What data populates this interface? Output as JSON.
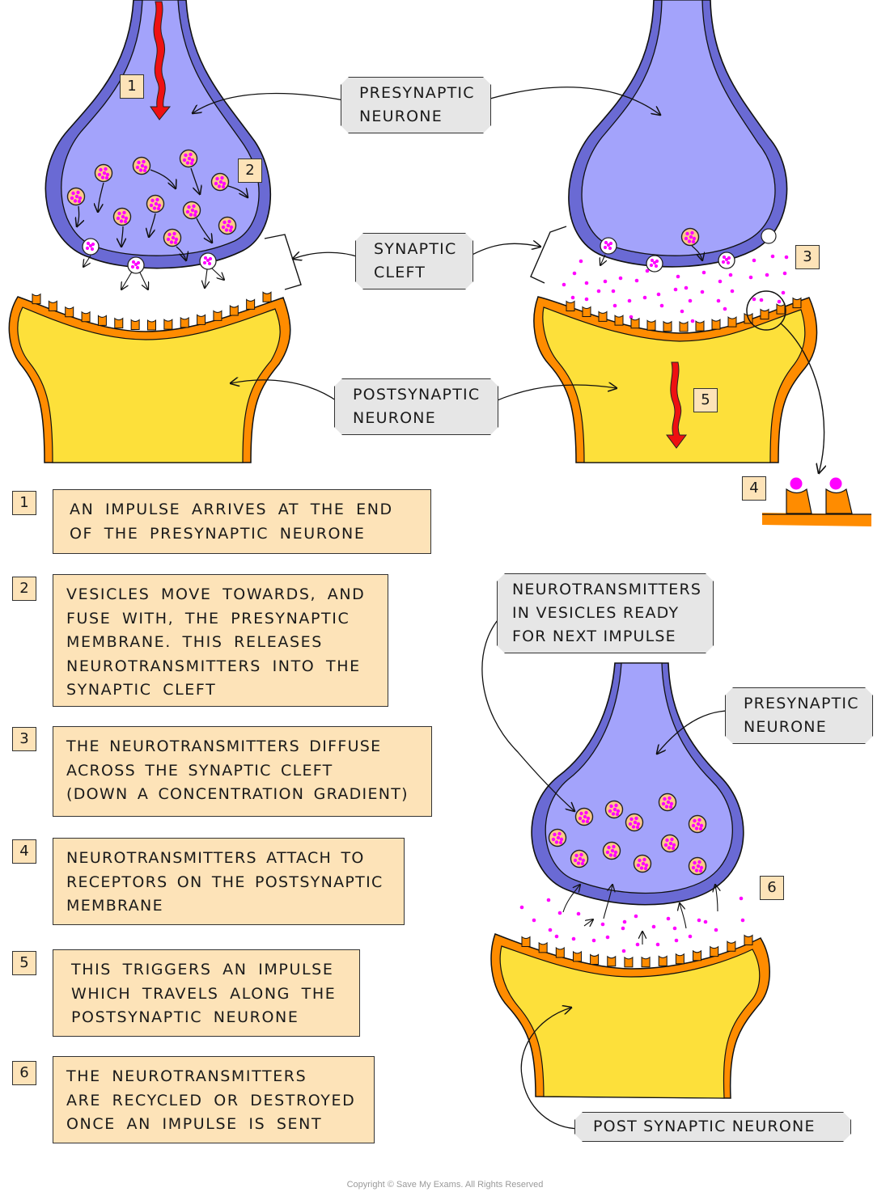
{
  "diagram": {
    "colors": {
      "presynaptic_fill": "#a3a3fb",
      "presynaptic_membrane": "#6a6ad4",
      "postsynaptic_fill": "#fde03a",
      "postsynaptic_membrane": "#ff8c00",
      "vesicle_fill": "#fcc98a",
      "neurotransmitter": "#ff00ff",
      "impulse_arrow": "#ee1111",
      "step_box_fill": "#fde3b8",
      "label_tag_fill": "#e6e6e6"
    },
    "labels": {
      "presynaptic_top": [
        "PRESYNAPTIC",
        "NEURONE"
      ],
      "synaptic_cleft": [
        "SYNAPTIC",
        "CLEFT"
      ],
      "postsynaptic": [
        "POSTSYNAPTIC",
        "NEURONE"
      ],
      "vesicles_ready": [
        "NEUROTRANSMITTERS",
        "IN  VESICLES  READY",
        "FOR  NEXT  IMPULSE"
      ],
      "presynaptic_bottom": [
        "PRESYNAPTIC",
        "NEURONE"
      ],
      "post_synaptic_bottom": [
        "POST   SYNAPTIC   NEURONE"
      ]
    },
    "markers": [
      "1",
      "2",
      "3",
      "4",
      "5",
      "6"
    ],
    "steps": [
      {
        "number": "1",
        "lines": [
          "AN  IMPULSE  ARRIVES  AT  THE  END",
          "OF  THE  PRESYNAPTIC  NEURONE"
        ]
      },
      {
        "number": "2",
        "lines": [
          "VESICLES  MOVE  TOWARDS,  AND",
          "FUSE  WITH, THE  PRESYNAPTIC",
          "MEMBRANE.  THIS  RELEASES",
          "NEUROTRANSMITTERS  INTO  THE",
          "SYNAPTIC  CLEFT"
        ]
      },
      {
        "number": "3",
        "lines": [
          "THE  NEUROTRANSMITTERS  DIFFUSE",
          "ACROSS  THE  SYNAPTIC  CLEFT",
          "(DOWN  A  CONCENTRATION  GRADIENT)"
        ]
      },
      {
        "number": "4",
        "lines": [
          "NEUROTRANSMITTERS  ATTACH  TO",
          "RECEPTORS  ON  THE  POSTSYNAPTIC",
          "MEMBRANE"
        ]
      },
      {
        "number": "5",
        "lines": [
          "THIS  TRIGGERS  AN  IMPULSE",
          "WHICH  TRAVELS  ALONG  THE",
          "POSTSYNAPTIC  NEURONE"
        ]
      },
      {
        "number": "6",
        "lines": [
          "THE  NEUROTRANSMITTERS",
          "ARE  RECYCLED  OR  DESTROYED",
          "ONCE  AN  IMPULSE  IS  SENT"
        ]
      }
    ],
    "copyright": "Copyright © Save My Exams. All Rights Reserved"
  }
}
